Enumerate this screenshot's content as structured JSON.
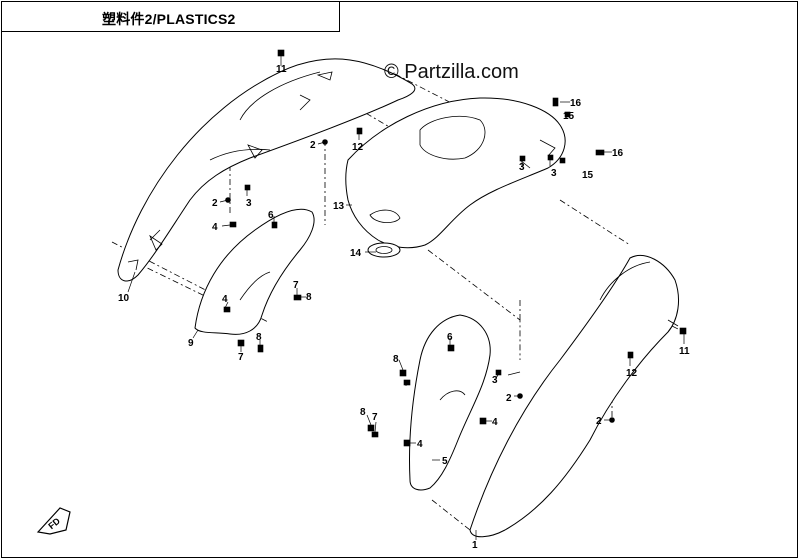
{
  "title": "塑料件2/PLASTICS2",
  "watermark": "© Partzilla.com",
  "direction_badge": "FD",
  "callouts": {
    "c11a": "11",
    "c11b": "11",
    "c16a": "16",
    "c16b": "16",
    "c15a": "15",
    "c15b": "15",
    "c2a": "2",
    "c2b": "2",
    "c2c": "2",
    "c2d": "2",
    "c12a": "12",
    "c12b": "12",
    "c3a": "3",
    "c3b": "3",
    "c3c": "3",
    "c3d": "3",
    "c13": "13",
    "c14": "14",
    "c6a": "6",
    "c6b": "6",
    "c4a": "4",
    "c4b": "4",
    "c4c": "4",
    "c4d": "4",
    "c7a": "7",
    "c7b": "7",
    "c7c": "7",
    "c8a": "8",
    "c8b": "8",
    "c8c": "8",
    "c8d": "8",
    "c10": "10",
    "c9": "9",
    "c5": "5",
    "c1": "1"
  }
}
